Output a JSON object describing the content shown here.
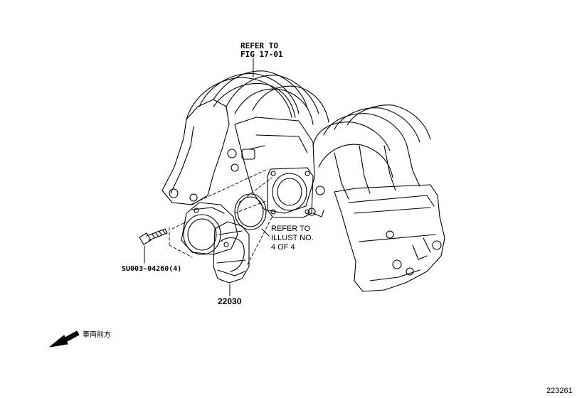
{
  "diagram": {
    "refer_top": [
      "REFER TO",
      "FIG 17-01"
    ],
    "refer_side": [
      "REFER TO",
      "ILLUST NO.",
      "4 OF 4"
    ],
    "bolt_label": "SU003-04260(4)",
    "part_number": "22030",
    "direction_label": "車両前方",
    "illustration_number": "223261"
  }
}
